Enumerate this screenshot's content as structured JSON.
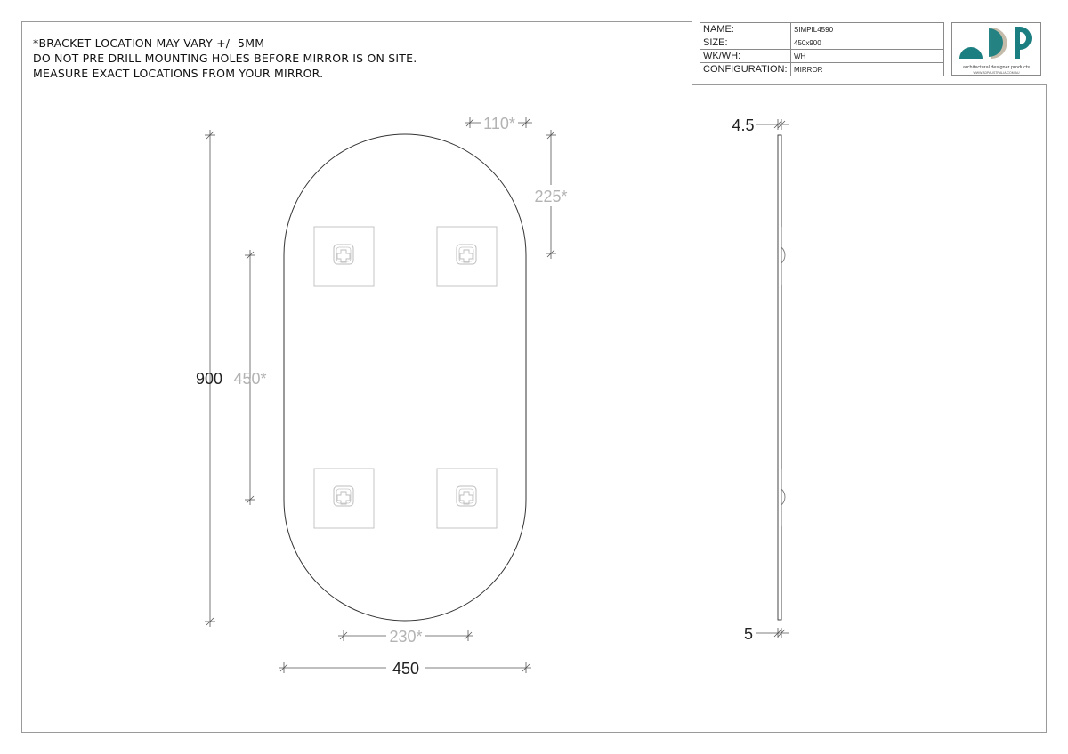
{
  "notes": [
    "*BRACKET LOCATION MAY VARY +/- 5MM",
    "DO NOT PRE DRILL MOUNTING HOLES BEFORE MIRROR IS ON SITE.",
    "MEASURE EXACT LOCATIONS FROM YOUR MIRROR."
  ],
  "title_block": {
    "rows": [
      {
        "label": "NAME:",
        "value": "SIMPIL4590"
      },
      {
        "label": "SIZE:",
        "value": "450x900"
      },
      {
        "label": "WK/WH:",
        "value": "WH"
      },
      {
        "label": "CONFIGURATION:",
        "value": "MIRROR"
      }
    ],
    "logo": {
      "name": "architectural designer products",
      "url": "WWW.ADPAUSTRALIA.COM.AU",
      "colors": {
        "teal": "#1b7e80",
        "beige": "#c5bbaa"
      }
    }
  },
  "dimensions": {
    "bracket_top_offset": "110*",
    "bracket_top_drop": "225*",
    "overall_height": "900",
    "bracket_vertical_spacing": "450*",
    "bracket_horizontal_spacing": "230*",
    "overall_width": "450",
    "thickness_top": "4.5",
    "thickness_bottom": "5"
  },
  "colors": {
    "line": "#333333",
    "dim_grey": "#b3b3b3",
    "bracket": "#c4c4c4"
  }
}
